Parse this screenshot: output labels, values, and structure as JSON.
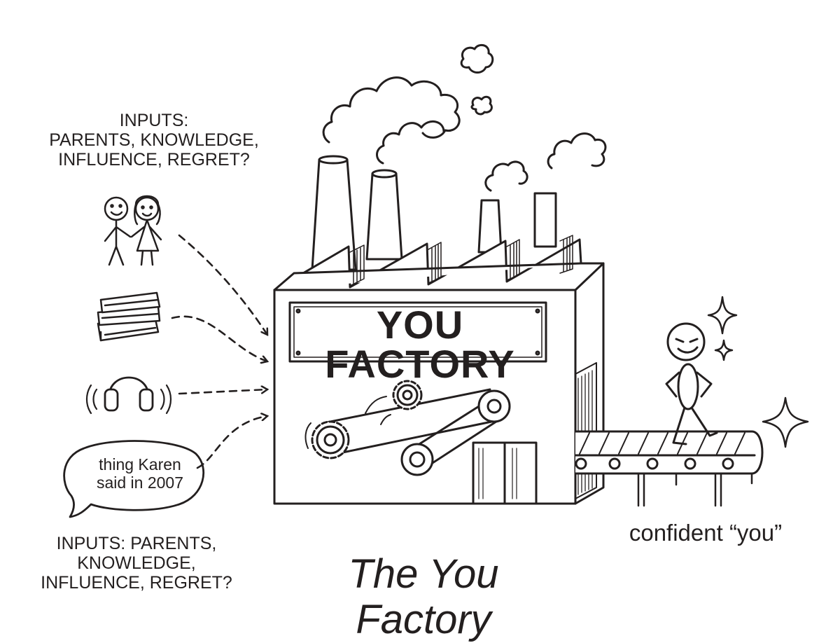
{
  "title": "The You Factory",
  "sign": "YOU FACTORY",
  "inputs_label_top": "INPUTS:\nPARENTS, KNOWLEDGE,\nINFLUENCE, REGRET?",
  "inputs_label_bottom": "INPUTS: PARENTS,\nKNOWLEDGE,\nINFLUENCE, REGRET?",
  "speech_bubble": "thing Karen\nsaid in 2007",
  "output_caption": "confident “you”",
  "inputs": [
    {
      "icon": "parents-icon"
    },
    {
      "icon": "books-icon"
    },
    {
      "icon": "headphones-icon"
    },
    {
      "icon": "speech-bubble-icon"
    }
  ],
  "colors": {
    "ink": "#231f1f",
    "background": "#ffffff"
  }
}
